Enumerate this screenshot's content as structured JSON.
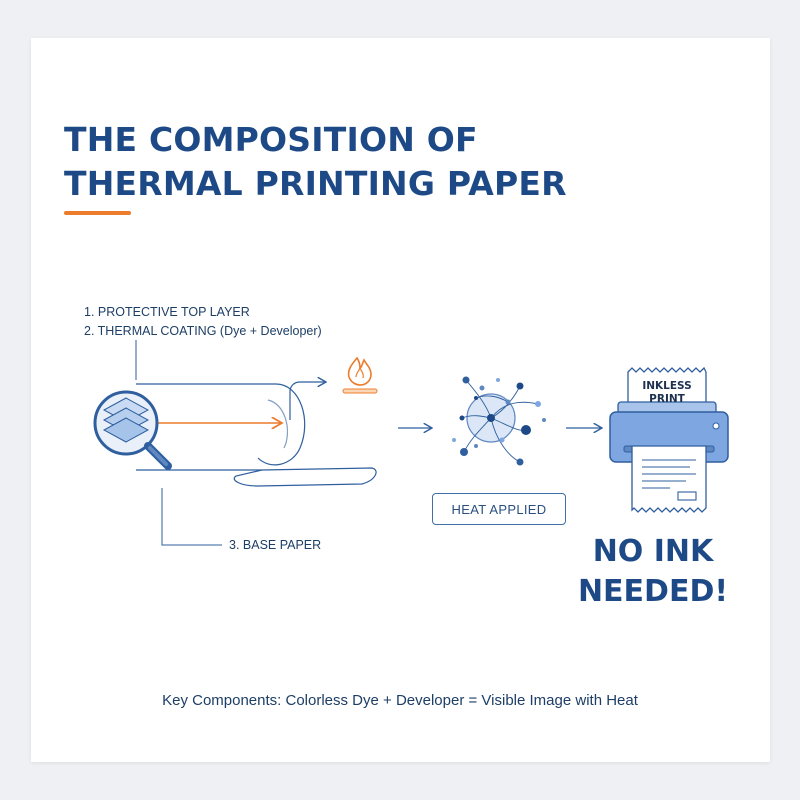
{
  "title": {
    "line1": "THE COMPOSITION OF",
    "line2": "THERMAL PRINTING PAPER"
  },
  "layers": {
    "layer1": "1. PROTECTIVE TOP LAYER",
    "layer2": "2. THERMAL COATING (Dye + Developer)",
    "layer3": "3. BASE PAPER"
  },
  "heat_label": "HEAT APPLIED",
  "receipt": {
    "line1": "INKLESS",
    "line2": "PRINT"
  },
  "callout": {
    "line1": "NO INK",
    "line2": "NEEDED!"
  },
  "footer": "Key Components: Colorless Dye + Developer = Visible Image with Heat",
  "colors": {
    "primary": "#1d4a86",
    "accent": "#ec7c2c",
    "printer_body": "#7ea6e0",
    "light_blue": "#dbe7f6"
  },
  "icons": [
    "magnifier-icon",
    "flame-icon",
    "molecule-icon",
    "printer-icon",
    "arrow-icon"
  ]
}
